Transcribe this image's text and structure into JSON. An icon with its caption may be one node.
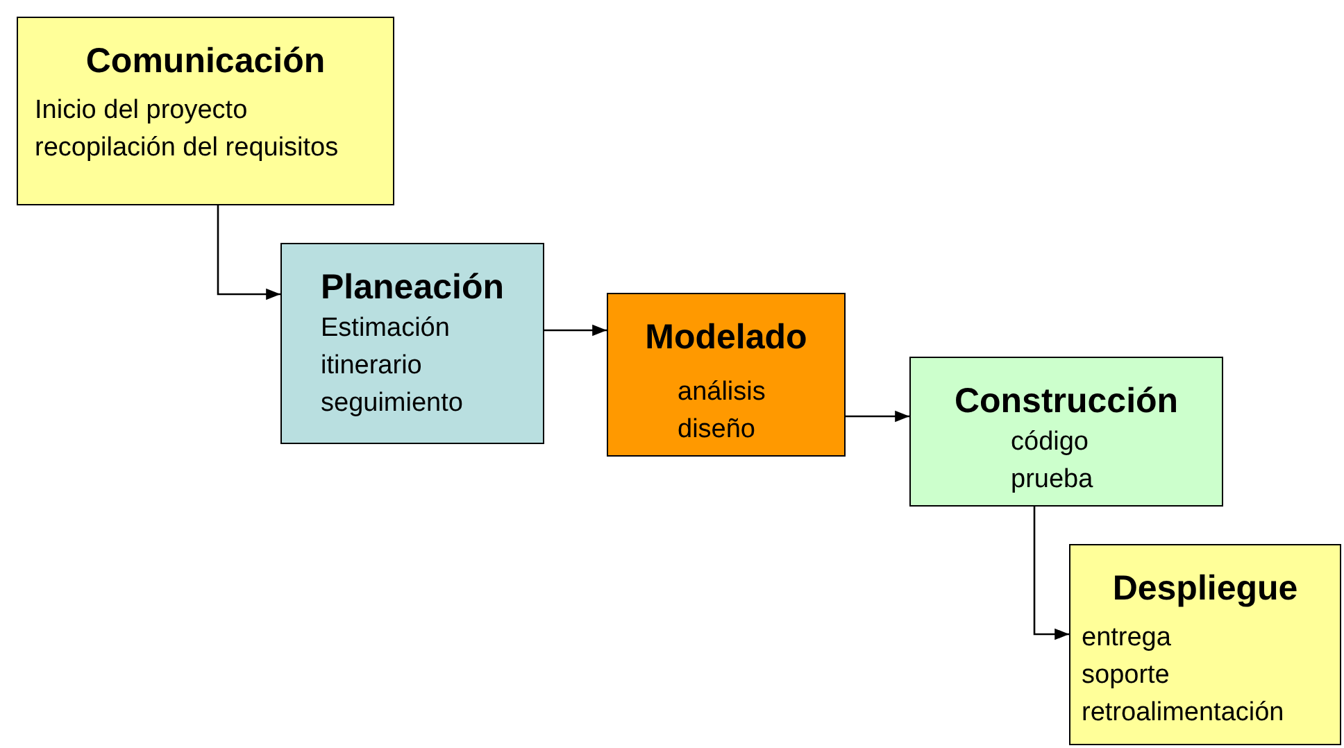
{
  "diagram": {
    "nodes": [
      {
        "text": [
          "Comunicación",
          "Inicio del proyecto",
          "recopilación del requisitos"
        ]
      },
      {
        "text": [
          "Planeación",
          "Estimación",
          "itinerario",
          "seguimiento"
        ]
      },
      {
        "text": [
          "Modelado",
          "análisis",
          "diseño"
        ]
      },
      {
        "text": [
          "Construcción",
          "código",
          "prueba"
        ]
      },
      {
        "text": [
          "Despliegue",
          "entrega",
          "soporte",
          "retroalimentación"
        ]
      }
    ],
    "edges": [
      {
        "from": 0,
        "to": 1,
        "arrow": "to"
      },
      {
        "from": 1,
        "to": 2,
        "arrow": "to"
      },
      {
        "from": 2,
        "to": 3,
        "arrow": "to"
      },
      {
        "from": 3,
        "to": 4,
        "arrow": "to"
      }
    ]
  }
}
